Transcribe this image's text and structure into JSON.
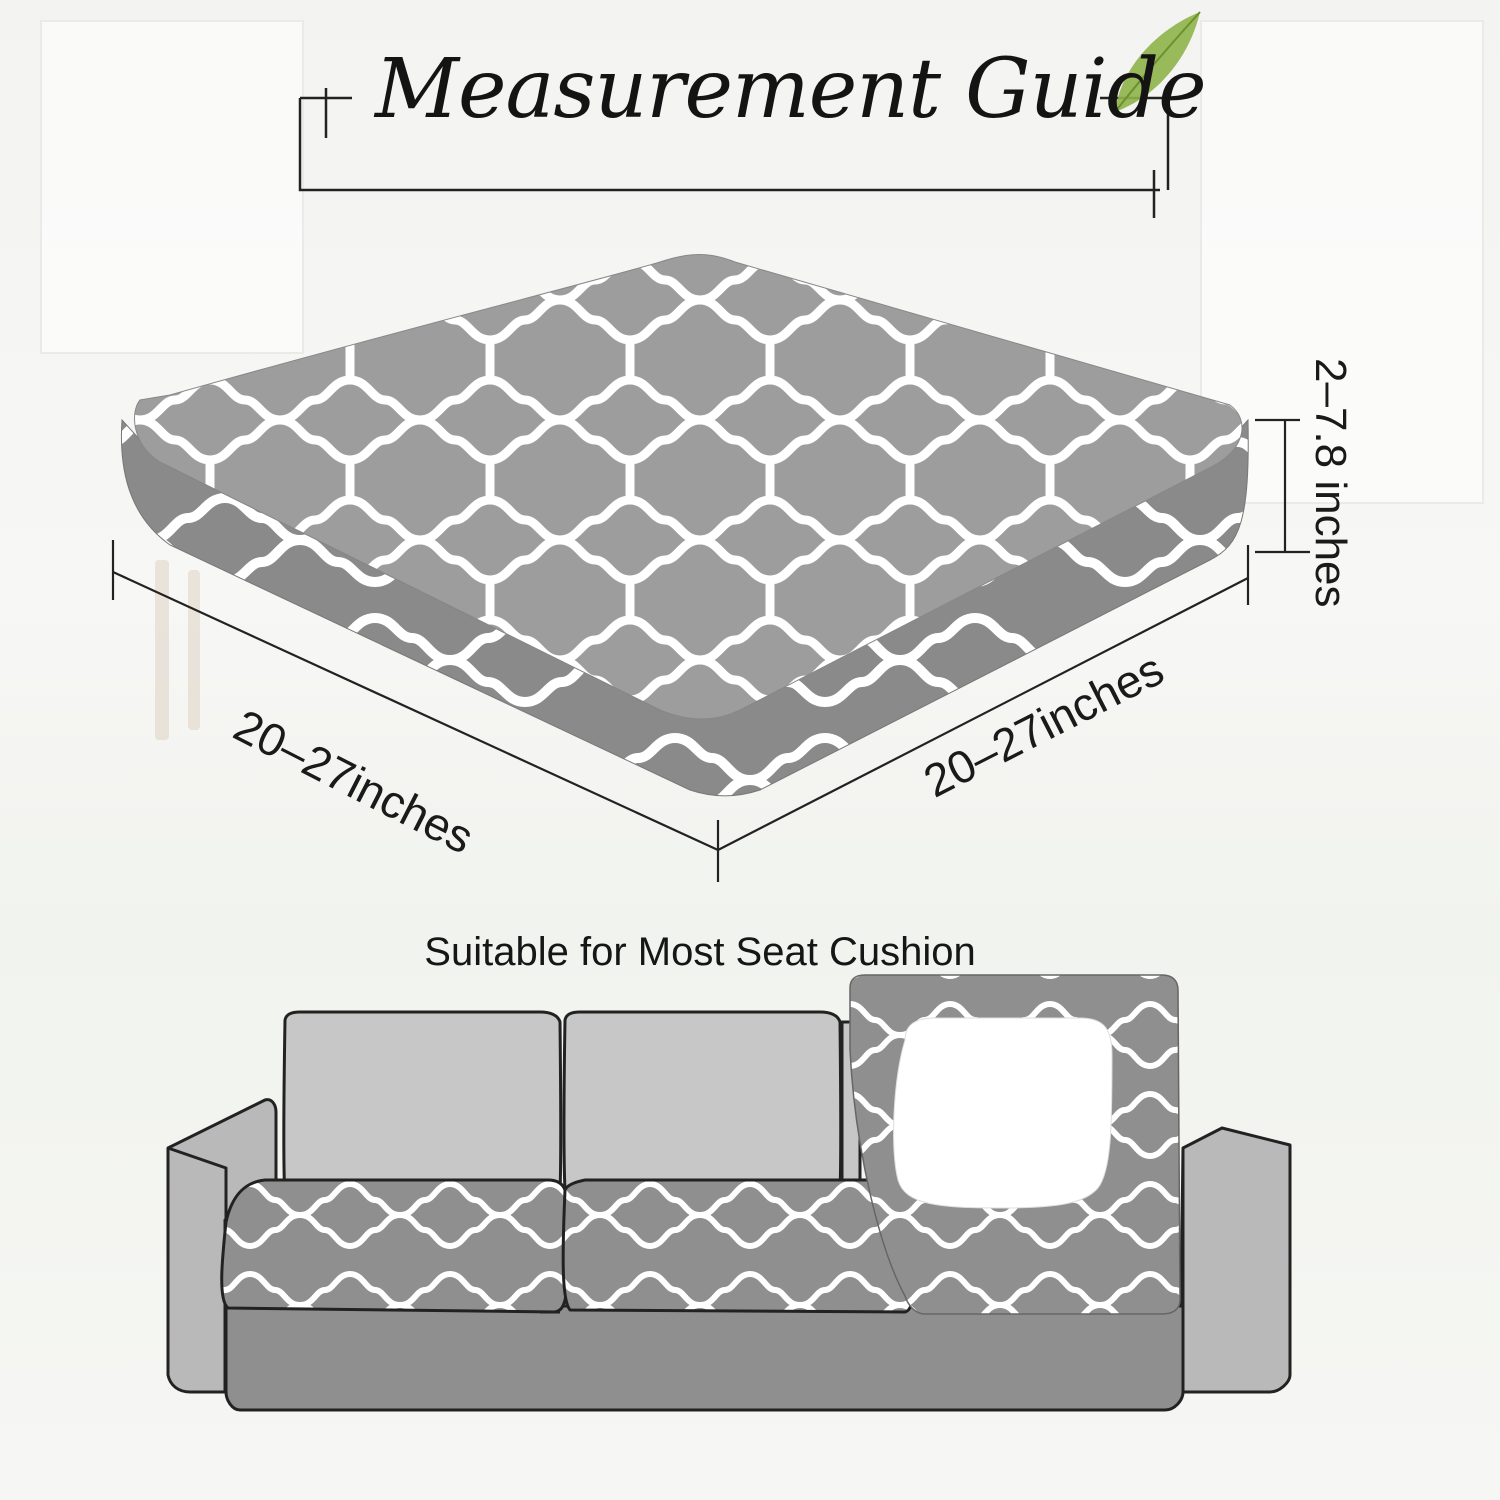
{
  "title": "Measurement Guide",
  "dimensions": {
    "length": "20–27inches",
    "width": "20–27inches",
    "height": "2–7.8 inches"
  },
  "caption": "Suitable for Most Seat Cushion",
  "colors": {
    "cushion_top": "#9d9d9d",
    "cushion_side": "#8a8a8a",
    "pattern_line": "#ffffff",
    "sofa_body": "#bdbdbd",
    "sofa_base": "#8f8f8f",
    "outline": "#222222",
    "leaf": "#8fb44a"
  },
  "icons": [
    "leaf-icon"
  ]
}
